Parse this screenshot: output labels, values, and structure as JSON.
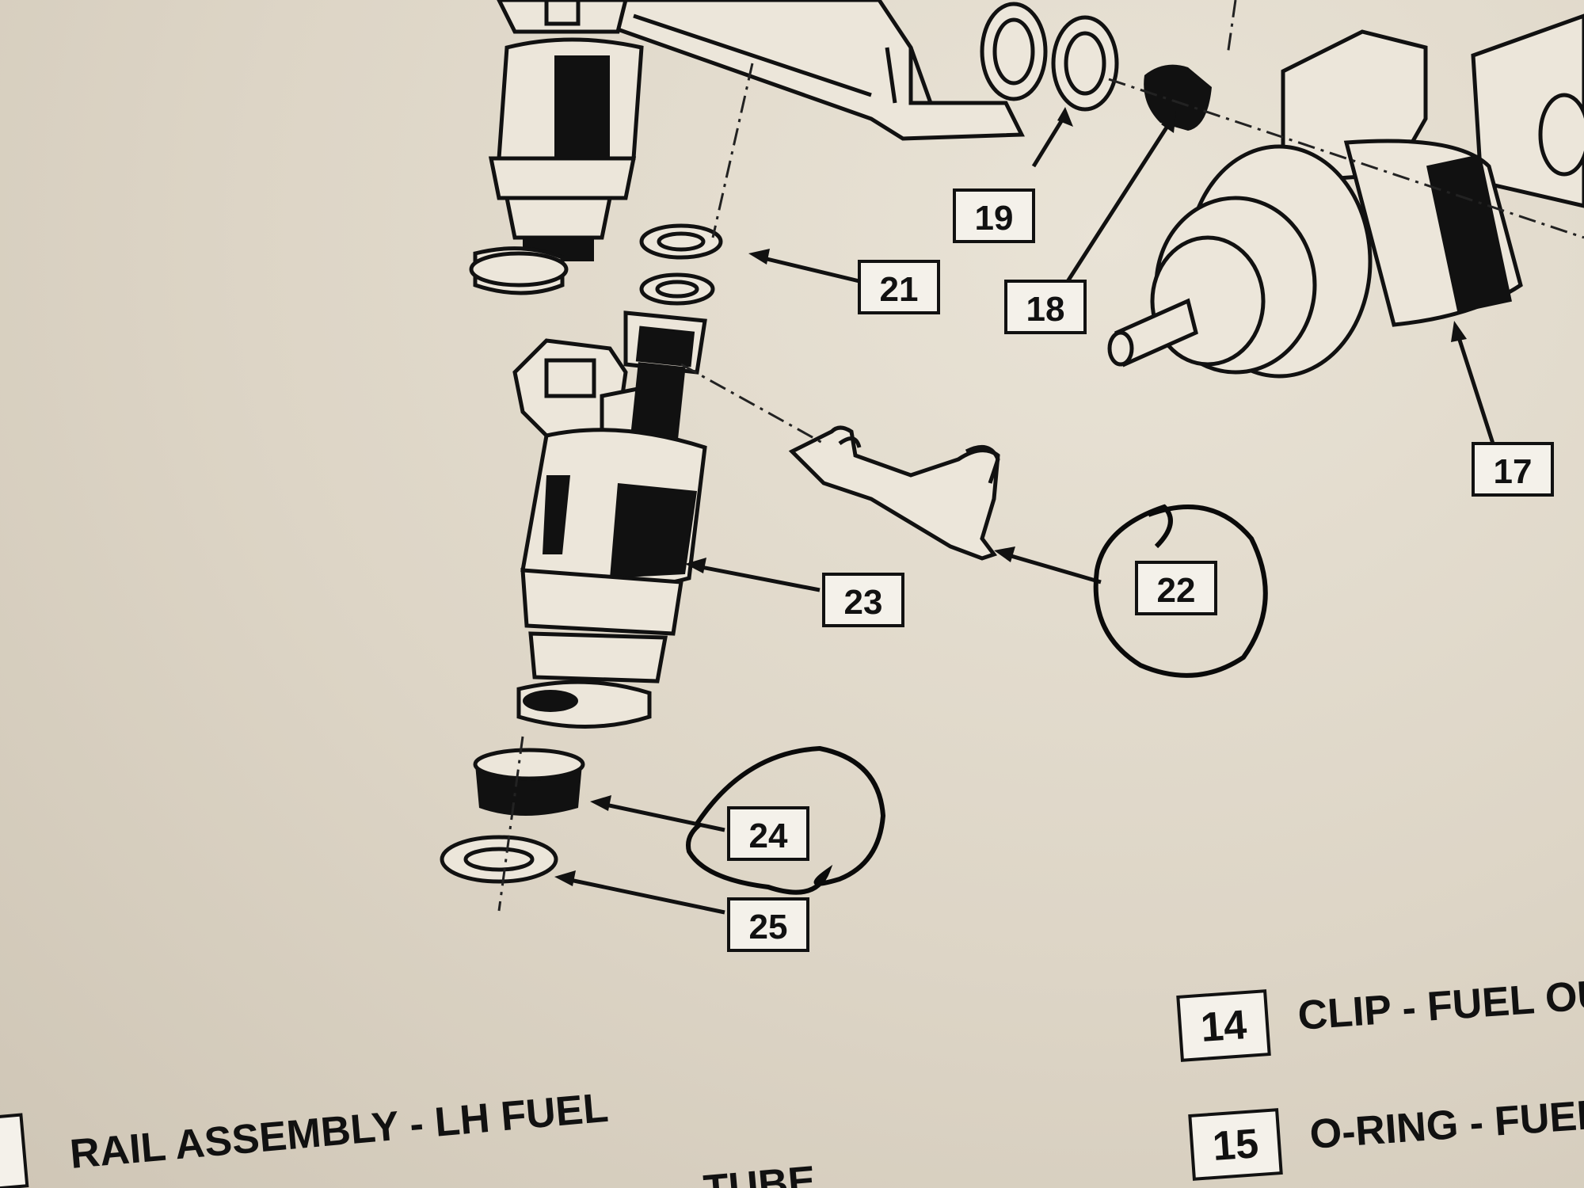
{
  "callouts": {
    "n17": "17",
    "n18": "18",
    "n19": "19",
    "n21": "21",
    "n22": "22",
    "n23": "23",
    "n24": "24",
    "n25": "25"
  },
  "legend": {
    "item14_number": "14",
    "item14_text": "CLIP - FUEL OU",
    "item15_number": "15",
    "item15_text": "O-RING - FUEL",
    "rail_text": "RAIL ASSEMBLY - LH FUEL",
    "cutoff_text": "TUBE"
  },
  "colors": {
    "paper": "#e4ddd0",
    "ink": "#111111"
  }
}
